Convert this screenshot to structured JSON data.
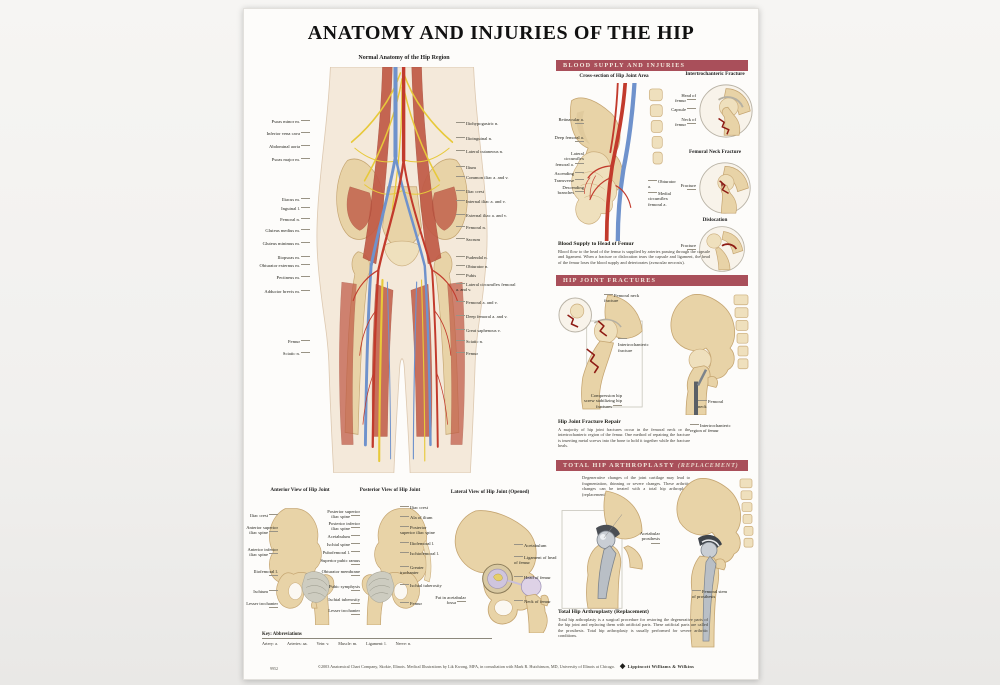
{
  "poster": {
    "title": "ANATOMY AND INJURIES OF THE HIP",
    "item_number": "9952",
    "footer_credit": "©2003 Anatomical Chart Company, Skokie, Illinois. Medical Illustrations by Lik Kwong, MFA, in consultation with Mark R. Hutchinson, MD, University of Illinois at Chicago.",
    "footer_publisher": "Lippincott Williams & Wilkins",
    "colors": {
      "banner_red": "#a94f5a",
      "bone": "#e8d3a7",
      "muscle": "#c05a46",
      "artery": "#c23a2c",
      "vein": "#6f92cc",
      "nerve": "#e7c93a"
    }
  },
  "main_figure": {
    "title": "Normal Anatomy of the Hip Region",
    "left_labels": [
      "Psoas minor m.",
      "Inferior vena cava",
      "Abdominal aorta",
      "Psoas major m.",
      "Iliacus m.",
      "Inguinal l.",
      "Femoral n.",
      "Gluteus medius m.",
      "Gluteus minimus m.",
      "Iliopsoas m.",
      "Obturator externus m.",
      "Pectineus m.",
      "Adductor brevis m.",
      "Femur",
      "Sciatic n."
    ],
    "right_labels": [
      "Iliohypogastric n.",
      "Ilioinguinal n.",
      "Lateral cutaneous n.",
      "Ilium",
      "Common iliac a. and v.",
      "Iliac crest",
      "Internal iliac a. and v.",
      "External iliac a. and v.",
      "Femoral n.",
      "Sacrum",
      "Pudendal n.",
      "Obturator n.",
      "Pubis",
      "Lateral circumflex femoral a. and v.",
      "Femoral a. and v.",
      "Deep femoral a. and v.",
      "Great saphenous v.",
      "Sciatic n.",
      "Femur"
    ]
  },
  "views": {
    "anterior_title": "Anterior View of Hip Joint",
    "posterior_title": "Posterior View of Hip Joint",
    "lateral_title": "Lateral View of Hip Joint (Opened)",
    "anterior_labels": [
      "Iliac crest",
      "Anterior superior iliac spine",
      "Anterior inferior iliac spine",
      "Iliofemoral l.",
      "Ischium",
      "Lesser trochanter"
    ],
    "middle_labels": [
      "Posterior superior iliac spine",
      "Posterior inferior iliac spine",
      "Acetabulum",
      "Ischial spine",
      "Pubofemoral l.",
      "Superior pubic ramus",
      "Obturator membrane",
      "Pubic symphysis",
      "Ischial tuberosity",
      "Lesser trochanter"
    ],
    "posterior_labels": [
      "Iliac crest",
      "Ala of ilium",
      "Posterior superior iliac spine",
      "Iliofemoral l.",
      "Ischiofemoral l.",
      "Greater trochanter",
      "Ischial tuberosity",
      "Femur"
    ],
    "lateral_labels": [
      "Acetabulum",
      "Ligament of head of femur",
      "Head of femur",
      "Neck of femur"
    ],
    "lateral_label_fat": "Fat in acetabular fossa"
  },
  "key": {
    "heading": "Key: Abbreviations",
    "items": [
      "Artery: a.",
      "Arteries: aa.",
      "Vein: v.",
      "Muscle: m.",
      "Ligament: l.",
      "Nerve: n."
    ]
  },
  "blood_supply": {
    "banner": "BLOOD SUPPLY AND INJURIES",
    "cross_section_title": "Cross-section of Hip Joint Area",
    "cross_left_labels": [
      "Retinacular a.",
      "Deep femoral a.",
      "Lateral circumflex femoral a.",
      "Ascending",
      "Transverse",
      "Descending branches"
    ],
    "cross_right_labels": [
      "Obturator a.",
      "Medial circumflex femoral a."
    ],
    "inter_title": "Intertrochanteric Fracture",
    "inter_labels": [
      "Head of femur",
      "Capsule",
      "Neck of femur"
    ],
    "neck_title": "Femoral Neck Fracture",
    "neck_label": "Fracture",
    "dislocation_title": "Dislocation",
    "dislocation_label": "Fracture",
    "heading": "Blood Supply to Head of Femur",
    "body": "Blood flow to the head of the femur is supplied by arteries passing through the capsule and ligament. When a fracture or dislocation tears the capsule and ligament, the head of the femur loses the blood supply and deteriorates (avascular necrosis)."
  },
  "fractures": {
    "banner": "HIP JOINT FRACTURES",
    "labels": [
      "Femoral neck fracture",
      "Intertrochanteric fracture",
      "Compression hip screw stabilizing hip fractures",
      "Femoral neck",
      "Intertrochanteric region of femur"
    ],
    "heading": "Hip Joint Fracture Repair",
    "body": "A majority of hip joint fractures occur in the femoral neck or the intertrochanteric region of the femur. One method of repairing the fracture is inserting metal screws into the bone to hold it together while the fracture heals."
  },
  "arthroplasty": {
    "banner_main": "TOTAL HIP ARTHROPLASTY",
    "banner_italic": "(REPLACEMENT)",
    "intro": "Degenerative changes of the joint cartilage may lead to fragmentation, thinning or severe changes. These arthritic changes can be treated with a total hip arthroplasty (replacement).",
    "labels": [
      "Acetabular prosthesis",
      "Femoral stem of prosthesis"
    ],
    "heading": "Total Hip Arthroplasty (Replacement)",
    "body": "Total hip arthroplasty is a surgical procedure for restoring the degenerative parts of the hip joint and replacing them with artificial parts. These artificial parts are called the prosthesis. Total hip arthroplasty is usually performed for severe arthritic conditions."
  }
}
